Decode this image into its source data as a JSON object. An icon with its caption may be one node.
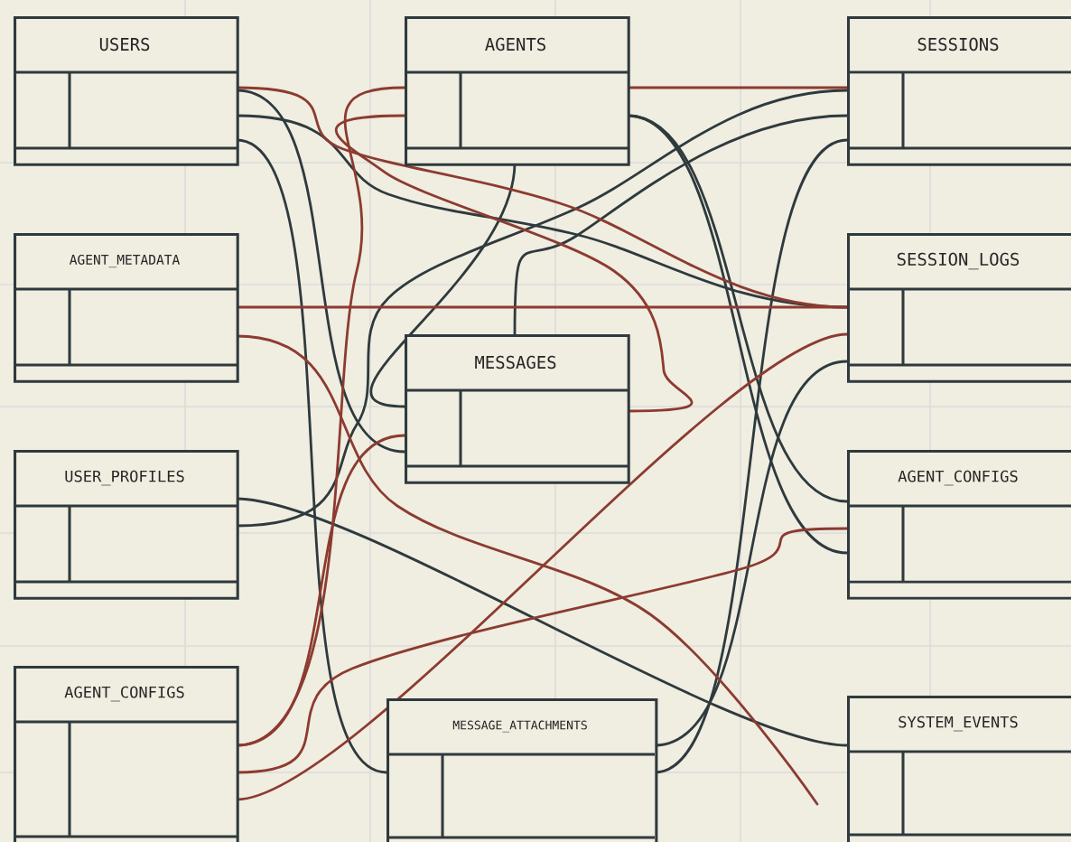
{
  "diagram": {
    "nodes": [
      {
        "text": [
          "USERS"
        ]
      },
      {
        "text": [
          "AGENTS"
        ]
      },
      {
        "text": [
          "SESSIONS"
        ]
      },
      {
        "text": [
          "AGENT_METADATA"
        ]
      },
      {
        "text": [
          "SESSION_LOGS"
        ]
      },
      {
        "text": [
          "MESSAGES"
        ]
      },
      {
        "text": [
          "USER_PROFILES"
        ]
      },
      {
        "text": [
          "AGENT_CONFIGS"
        ]
      },
      {
        "text": [
          "AGENT_CONFIGS"
        ]
      },
      {
        "text": [
          "MESSAGE_ATTACHMENTS"
        ]
      },
      {
        "text": [
          "SYSTEM_EVENTS"
        ]
      }
    ],
    "edges": [
      {
        "from": 0,
        "to": 4,
        "arrow": "none"
      },
      {
        "from": 0,
        "to": 9,
        "arrow": "none"
      },
      {
        "from": 0,
        "to": 5,
        "arrow": "none"
      },
      {
        "from": 1,
        "to": 5,
        "arrow": "none"
      },
      {
        "from": 5,
        "to": 2,
        "arrow": "none"
      },
      {
        "from": 6,
        "to": 2,
        "arrow": "none"
      },
      {
        "from": 1,
        "to": 7,
        "arrow": "none"
      },
      {
        "from": 1,
        "to": 7,
        "arrow": "none"
      },
      {
        "from": 2,
        "to": 9,
        "arrow": "none"
      },
      {
        "from": 4,
        "to": 9,
        "arrow": "none"
      },
      {
        "from": 6,
        "to": 10,
        "arrow": "none"
      },
      {
        "from": 0,
        "to": 4,
        "arrow": "none",
        "color": "#8c3b30"
      },
      {
        "from": 1,
        "to": 8,
        "arrow": "none",
        "color": "#8c3b30"
      },
      {
        "from": 1,
        "to": 5,
        "arrow": "none",
        "color": "#8c3b30"
      },
      {
        "from": 1,
        "to": 2,
        "arrow": "none",
        "color": "#8c3b30"
      },
      {
        "from": 3,
        "to": 4,
        "arrow": "none",
        "color": "#8c3b30"
      },
      {
        "from": 3,
        "to": null,
        "arrow": "none",
        "color": "#8c3b30"
      },
      {
        "from": 8,
        "to": 7,
        "arrow": "none",
        "color": "#8c3b30"
      },
      {
        "from": 8,
        "to": 4,
        "arrow": "none",
        "color": "#8c3b30"
      },
      {
        "from": 8,
        "to": 5,
        "arrow": "none",
        "color": "#8c3b30"
      }
    ]
  }
}
